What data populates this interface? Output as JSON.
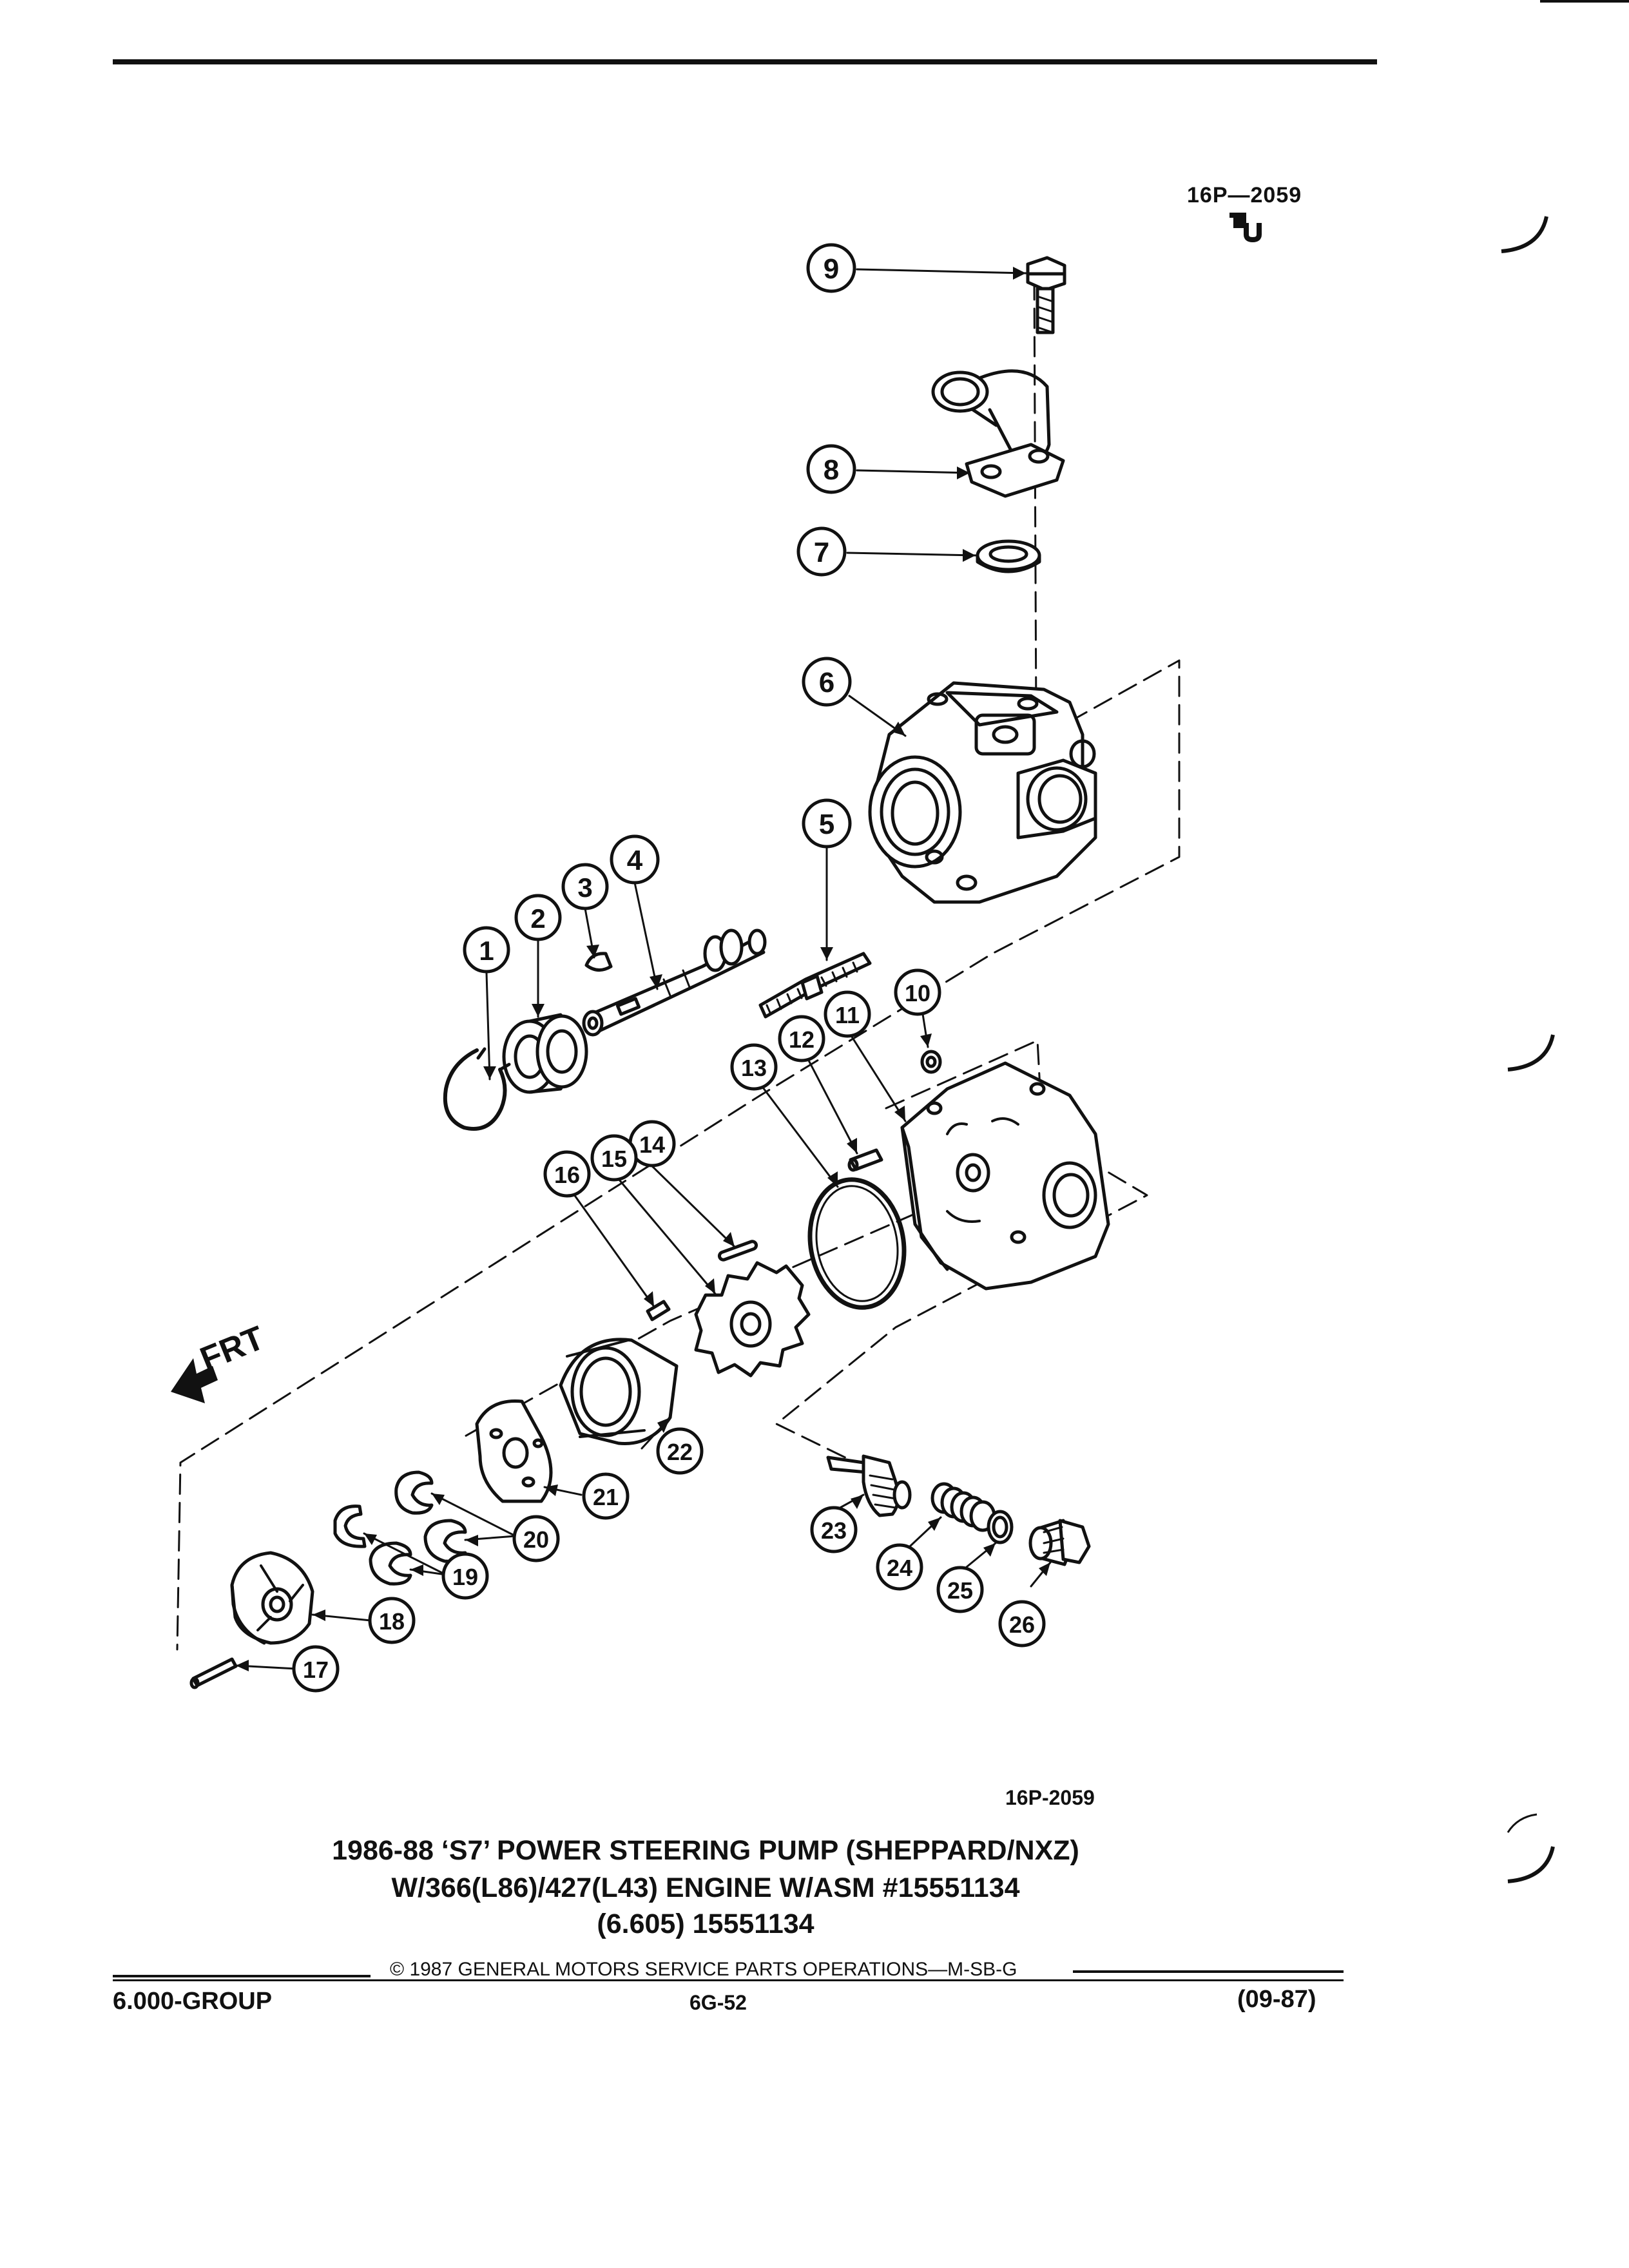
{
  "header": {
    "figure_code": "16P—2059"
  },
  "diagram": {
    "front_label": "FRT",
    "callouts": [
      {
        "num": "1"
      },
      {
        "num": "2"
      },
      {
        "num": "3"
      },
      {
        "num": "4"
      },
      {
        "num": "5"
      },
      {
        "num": "6"
      },
      {
        "num": "7"
      },
      {
        "num": "8"
      },
      {
        "num": "9"
      },
      {
        "num": "10"
      },
      {
        "num": "11"
      },
      {
        "num": "12"
      },
      {
        "num": "13"
      },
      {
        "num": "14"
      },
      {
        "num": "15"
      },
      {
        "num": "16"
      },
      {
        "num": "17"
      },
      {
        "num": "18"
      },
      {
        "num": "19"
      },
      {
        "num": "20"
      },
      {
        "num": "21"
      },
      {
        "num": "22"
      },
      {
        "num": "23"
      },
      {
        "num": "24"
      },
      {
        "num": "25"
      },
      {
        "num": "26"
      }
    ]
  },
  "caption": {
    "figure_code": "16P-2059",
    "line1": "1986-88 ‘S7’ POWER STEERING PUMP (SHEPPARD/NXZ)",
    "line2": "W/366(L86)/427(L43) ENGINE W/ASM #15551134",
    "line3": "(6.605) 15551134"
  },
  "footer": {
    "copyright": "©  1987  GENERAL MOTORS SERVICE PARTS OPERATIONS—M-SB-G",
    "group": "6.000-GROUP",
    "page": "6G-52",
    "date": "(09-87)"
  }
}
